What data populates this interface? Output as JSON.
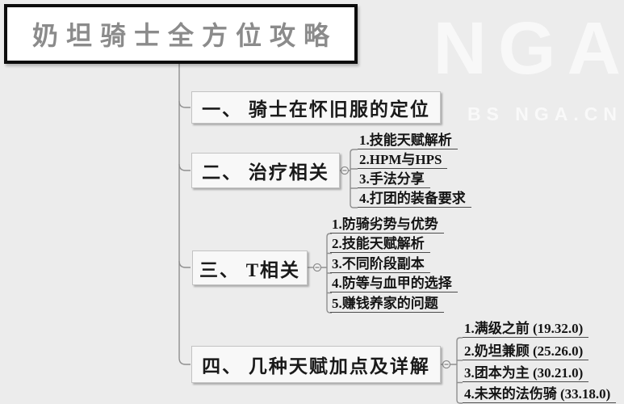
{
  "title": "奶坦骑士全方位攻略",
  "watermark": {
    "logo": "NGA",
    "site": "BS NGA.CN"
  },
  "branches": [
    {
      "label": "一、 骑士在怀旧服的定位",
      "children": []
    },
    {
      "label": "二、 治疗相关",
      "children": [
        "1.技能天赋解析",
        "2.HPM与HPS",
        "3.手法分享",
        "4.打团的装备要求"
      ]
    },
    {
      "label": "三、 T相关",
      "children": [
        "1.防骑劣势与优势",
        "2.技能天赋解析",
        "3.不同阶段副本",
        "4.防等与血甲的选择",
        "5.赚钱养家的问题"
      ]
    },
    {
      "label": "四、 几种天赋加点及详解",
      "children": [
        "1.满级之前 (19.32.0)",
        "2.奶坦兼顾 (25.26.0)",
        "3.团本为主 (30.21.0)",
        "4.未来的法伤骑 (33.18.0)"
      ]
    }
  ],
  "colors": {
    "background": "#ececec",
    "line": "#8f8f8f",
    "title_text": "#8b8b8b",
    "node_text": "#1a1a1a",
    "node_fill": "#f8f8f8",
    "root_border": "#0d0d0d"
  }
}
